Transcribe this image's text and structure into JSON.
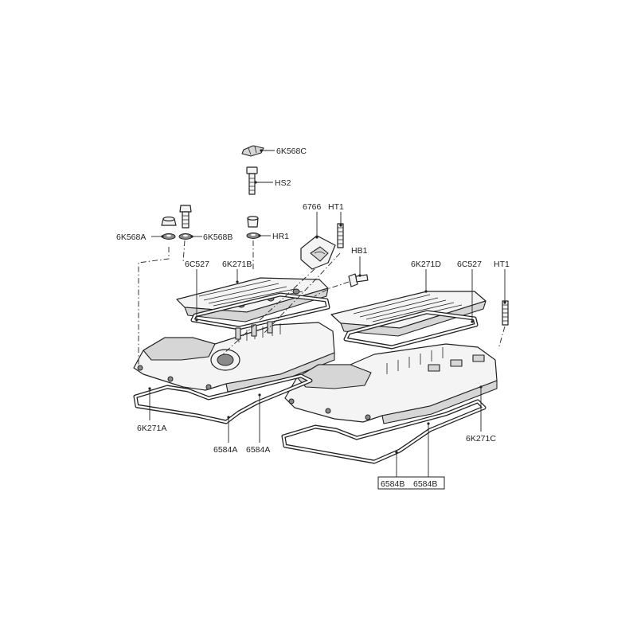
{
  "callouts": {
    "c6K568C": "6K568C",
    "cHS2": "HS2",
    "c6766": "6766",
    "cHT1_top": "HT1",
    "c6K568A": "6K568A",
    "c6K568B": "6K568B",
    "cHR1": "HR1",
    "cHB1": "HB1",
    "c6C527_left": "6C527",
    "c6K271B": "6K271B",
    "c6K271D": "6K271D",
    "c6C527_right": "6C527",
    "cHT1_right": "HT1",
    "c6K271A": "6K271A",
    "c6584A_1": "6584A",
    "c6584A_2": "6584A",
    "c6K271C": "6K271C",
    "c6584B_1": "6584B",
    "c6584B_2": "6584B"
  }
}
